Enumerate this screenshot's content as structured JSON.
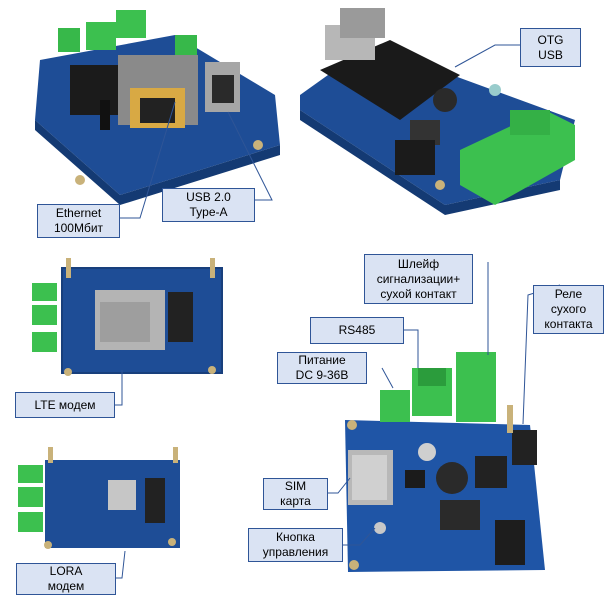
{
  "labels": {
    "ethernet": "Ethernet\n100Мбит",
    "usb20": "USB 2.0\nType-A",
    "otg": "OTG\nUSB",
    "lte": "LTE модем",
    "lora": "LORA\nмодем",
    "shleif": "Шлейф\nсигнализации+\nсухой контакт",
    "rs485": "RS485",
    "rele": "Реле\nсухого\nконтакта",
    "pitanie": "Питание\nDC 9-36В",
    "sim": "SIM\nкарта",
    "knopka": "Кнопка\nуправления"
  },
  "colors": {
    "label_fill": "#dae3f3",
    "label_border": "#2f5597",
    "board_blue": "#1f4f9a",
    "terminal_green": "#3fbf4f"
  }
}
